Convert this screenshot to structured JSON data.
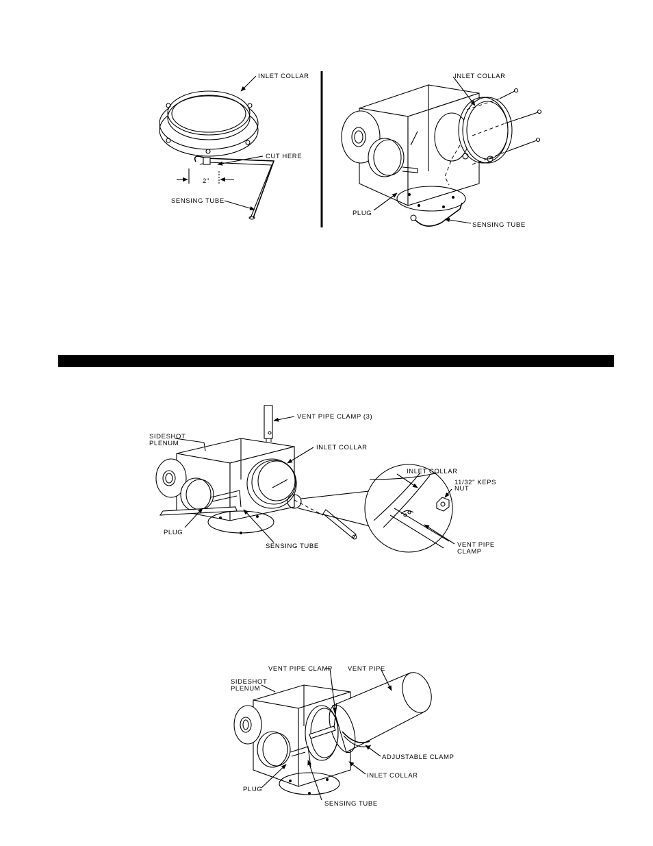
{
  "figure1": {
    "left": {
      "inlet_collar": "INLET COLLAR",
      "cut_here": "CUT HERE",
      "dimension": "2\"",
      "sensing_tube": "SENSING TUBE"
    },
    "right": {
      "inlet_collar": "INLET COLLAR",
      "plug": "PLUG",
      "sensing_tube": "SENSING TUBE"
    }
  },
  "figure2": {
    "vent_pipe_clamp": "VENT PIPE CLAMP (3)",
    "sideshot_line1": "SIDESHOT",
    "sideshot_line2": "PLENUM",
    "inlet_collar": "INLET COLLAR",
    "plug": "PLUG",
    "sensing_tube": "SENSING TUBE",
    "detail_inlet_collar": "INLET COLLAR",
    "keps_line1": "11/32\" KEPS",
    "keps_line2": "NUT",
    "detail_clamp_line1": "VENT PIPE",
    "detail_clamp_line2": "CLAMP"
  },
  "figure3": {
    "vent_pipe_clamp": "VENT PIPE CLAMP",
    "vent_pipe": "VENT PIPE",
    "sideshot_line1": "SIDESHOT",
    "sideshot_line2": "PLENUM",
    "adjustable_clamp": "ADJUSTABLE CLAMP",
    "inlet_collar": "INLET COLLAR",
    "plug": "PLUG",
    "sensing_tube": "SENSING TUBE"
  }
}
